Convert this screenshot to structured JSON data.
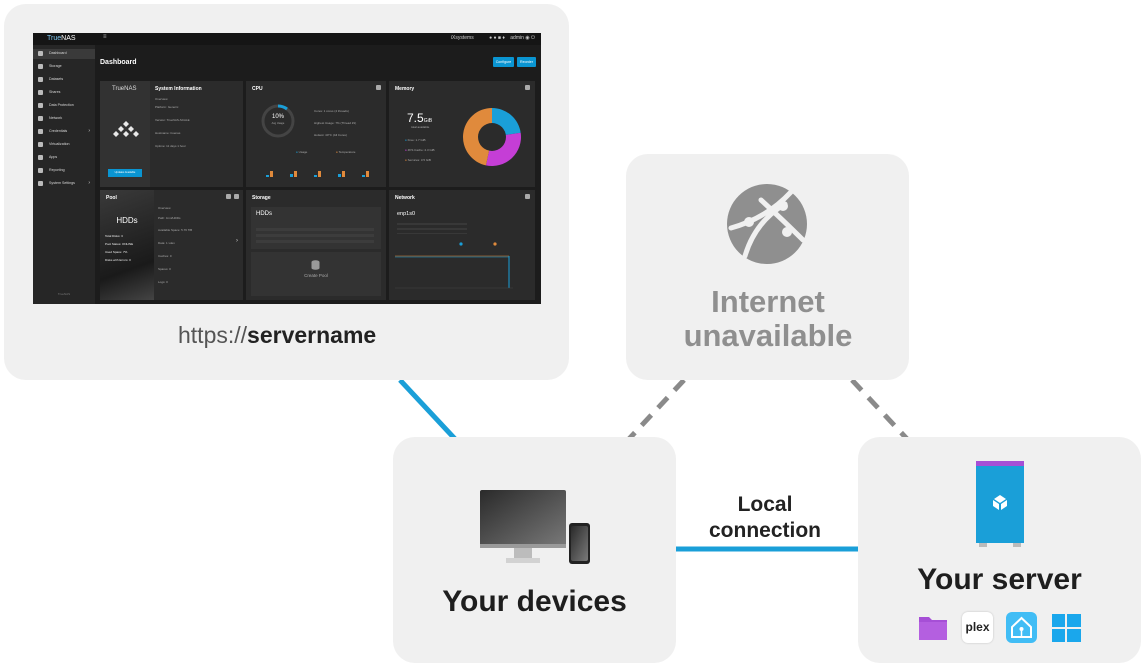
{
  "diagram": {
    "url_scheme": "https://",
    "url_host": "servername",
    "internet_line1": "Internet",
    "internet_line2": "unavailable",
    "devices_label": "Your devices",
    "local_line1": "Local",
    "local_line2": "connection",
    "server_label": "Your server",
    "colors": {
      "link_solid": "#1a9fd8",
      "link_dashed": "#8a8a8a",
      "card_bg": "#f0f0f0",
      "accent_blue": "#1a9fd8",
      "server_top": "#a64fd6"
    },
    "server_apps": [
      "folder-icon",
      "plex-icon",
      "home-assistant-icon",
      "windows-icon"
    ],
    "plex_text": "plex"
  },
  "screenshot": {
    "logo_pre": "True",
    "logo_post": "NAS",
    "system_name": "iXsystems",
    "user": "admin",
    "page_title": "Dashboard",
    "configure": "Configure",
    "reorder": "Reorder",
    "nav": [
      "Dashboard",
      "Storage",
      "Datasets",
      "Shares",
      "Data Protection",
      "Network",
      "Credentials",
      "Virtualization",
      "Apps",
      "Reporting",
      "System Settings"
    ],
    "footer": "TrueNAS",
    "sysinfo_title": "System Information",
    "sysinfo_logo": "TrueNAS",
    "sysinfo_lines": [
      "Overview",
      "Platform: Generic",
      "Version: TrueNAS-SCALE",
      "Hostname: truenas",
      "Uptime: 11 days 1 hour"
    ],
    "updates": "Updates Available",
    "cpu_title": "CPU",
    "cpu_pct": "10%",
    "cpu_avg": "Avg Usage",
    "cpu_lines": [
      "Cores: 1 cores (4 threads)",
      "Highest Usage: 7% (Thread #1)",
      "Hottest: 40°C (All Cores)"
    ],
    "cpu_legend": [
      "Usage",
      "Temperature"
    ],
    "memory_title": "Memory",
    "mem_value": "7.5",
    "mem_unit": "GiB",
    "mem_sub": "total available",
    "mem_legend": [
      "Free: 1.7 GiB",
      "ZFS Cache: 2.3 GiB",
      "Services: 3.5 GiB"
    ],
    "pool_title": "Pool",
    "pool_name": "HDDs",
    "pool_lines": [
      "Total Disks: 3",
      "Pool Status: ONLINE",
      "Used Space: 7%",
      "Disks with Errors: 0"
    ],
    "pool_right": [
      "Overview",
      "Path: /mnt/HDDs",
      "Available Space: 5.76 TiB",
      "Data: 1 vdev",
      "Caches: 0",
      "Spares: 0",
      "Logs: 0"
    ],
    "storage_title": "Storage",
    "storage_pool": "HDDs",
    "create_pool": "Create Pool",
    "network_title": "Network",
    "net_iface": "enp1s0"
  }
}
